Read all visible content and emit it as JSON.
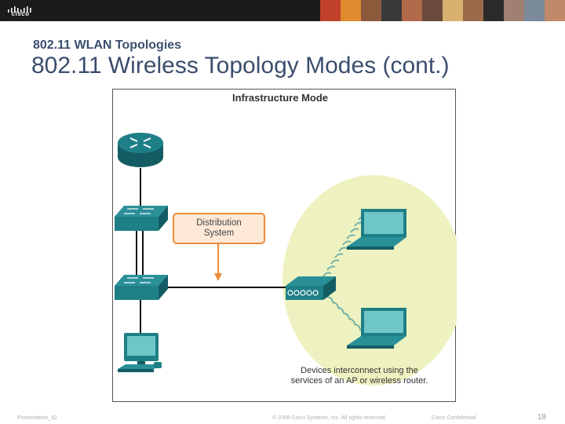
{
  "header": {
    "logo_text": "cisco",
    "photo_colors": [
      "#c0402a",
      "#e08a30",
      "#8a5a3a",
      "#3a3a3a",
      "#b06a4a",
      "#6a4a3a",
      "#d8b070",
      "#9a6a4a",
      "#2a2a2a",
      "#a08070",
      "#7a8a9a",
      "#c08a6a"
    ]
  },
  "slide": {
    "subtitle": "802.11 WLAN Topologies",
    "title": "802.11 Wireless Topology Modes (cont.)"
  },
  "diagram": {
    "title": "Infrastructure Mode",
    "callout_line1": "Distribution",
    "callout_line2": "System",
    "caption_line1": "Devices interconnect using the",
    "caption_line2": "services of an AP or wireless router.",
    "colors": {
      "device": "#1f7f86",
      "device_dark": "#145c63",
      "zone": "#eef2c0",
      "callout_border": "#f08c3c",
      "callout_fill": "#fde9d6",
      "arrow": "#f08c3c",
      "wave": "#78b4a8"
    }
  },
  "footer": {
    "left": "Presentation_ID",
    "center": "© 2008 Cisco Systems, Inc. All rights reserved.",
    "right": "Cisco Confidential",
    "page": "18"
  }
}
